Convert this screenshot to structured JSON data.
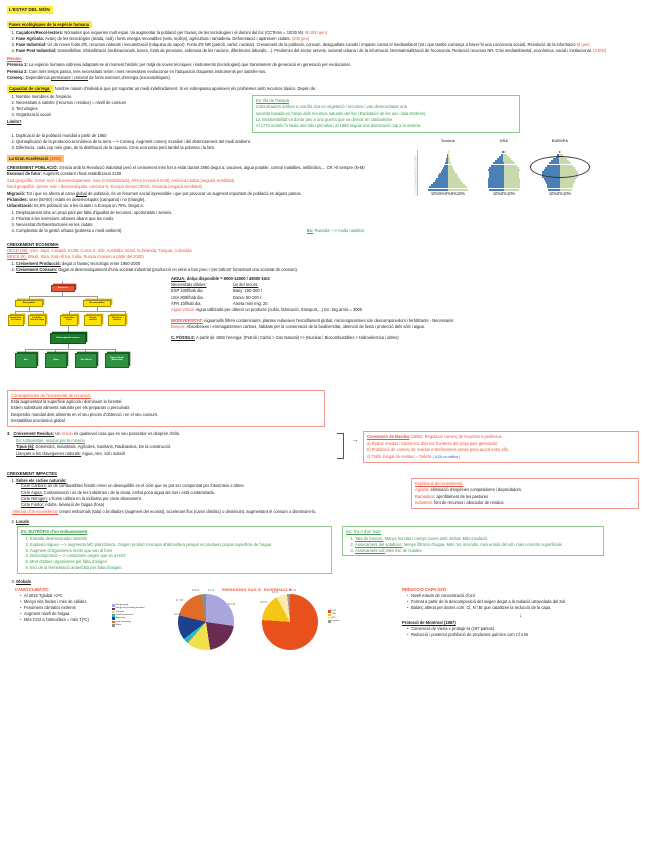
{
  "title": "L'ESTAT DEL MÓN",
  "section_fases": {
    "heading": "Fases ecològiques  de la espècie humana",
    "items": [
      {
        "label": "Caçadors/Recol·lectors:",
        "text": "Nòmades que requerien molt espai. Va augmentar la població per l'avanç de les tecnologies i el domini del foc (CCTems = 10/30 M).",
        "note": "60.000 gen)"
      },
      {
        "label": "Fase Agrícola:",
        "text": "Avanç de les tecnologies (arada, rodi) i fonts energia renovables (vela, molins), agricultura i ramaderia. Deforestació i apareixen ciutats.",
        "note": "(400 gen)"
      },
      {
        "label": "Fase Industrial:",
        "text": "Ús de noves fonts d'E, recursos naturals i mecanització (màquina de vapor). Fonts d'E NR (petroli, carbó, nuclear). Creixement de la població, consum, desigualtats socials i impacte contra el mediambient (tot i que també comença a haver-hi una conciencia social). Revolució de la informació",
        "note": "(8 gen)"
      },
      {
        "label": "Fase Post Industrial:",
        "text": "Sostenibilitat. Globalització (multinacionals, bancs, fonts de pensions, sobirania de les nacions, diferències laborals,...). Predomini del sector serveis, societat urbana i de la informació. Desmaterialització de l'economia. Reducció recursos NR. Crisi mediambiental, econòmica, social i institucional.",
        "note": "(3.000)"
      }
    ],
    "resum_label": "Resum:",
    "premisa1_label": "Premisa 1:",
    "premisa1": "La espècie humana sobreviu adaptant-se al moment històric per mitjà de noves tècniques i instruments (tecnologies) que transmetem de generació en generació per evolucionar.",
    "premisa2_label": "Premisa 2:",
    "premisa2": "Com més temps passa, més necessitats tenim i més necessitem evolucionar en l'adquisició d'aquests instruments per satisfer-nos.",
    "conseq_label": "Conseq.:",
    "conseq_pre": "Dependència",
    "conseq_underline": "permanent i creixent",
    "conseq_post": "de fonts exteriors d'energia (exosomàtiques)."
  },
  "section_capacitat": {
    "heading": "Capacitat de càrrega:",
    "text": "Nombre màxim d'individus que pot suportar un medi indefinidament. Si es sobrepassa apareixen els problemes amb recursos bàsics. Depèn de:",
    "items": [
      "Nombre membres de l'espècie",
      "Necessitats a satisfer (recursos i residus) = nivell de consum",
      "Tecnologies",
      "Organització social"
    ],
    "limits_label": "Límits?",
    "limits": [
      "Duplicació de la població mundial a partir de 1950",
      "Quintuplicació de la producció econòmica de la terra —> Conseq. Augment comerç mundial i del deteriorament del medi ambient.",
      "Diferència, cada cop més gran, de la distribució de la riquesa. Creix economia però també la pobresa i la fam."
    ],
    "example_box": {
      "title": "Ex: Illa de Pasqua",
      "lines": [
        "Colonitzadors arriben a una illa rica en vegetació i recursos i van desenvolupar una",
        "societat basada en l'abús dels recursos naturals del lloc (Explotació de les aus i tala d'arbres).",
        "La insostenibilitat va donar peu a una guerra que va derivar en canibalisme.",
        "Al 1772 només hi havia una tribu primitiva i al 1894 seguia una disminució cap a la misèria."
      ]
    }
  },
  "section_acceleracio": {
    "heading": "La Gran Acceleració",
    "heading_year": "(1950)",
    "poblacio_label": "CREIXEMENT POBLACIÓ:",
    "poblacio_text": "S'inicia amb la Revolució Industrial però el creixement més fort a estat durant 1950 degut a: vacunes, aigua potable, control malalties, antibiòtics,... CR >0 sempre (N-M)",
    "escenari_label": "Escenari de futur:",
    "escenari_text": "Augment constant i final estabilització 2100",
    "sud_label": "Sud geopolític:",
    "sud_text": "tercer món i desenvolupament. Àsia (s'estabilitzarà), Àfrica (creixerà molt), Amèrica Llatina (seguirà semblant)",
    "nord_label": "Nord geopolític:",
    "nord_text": "primer món i desenvolupats. Amèrica N, Europa menys URSS, Oceania (seguirà semblant)",
    "migracio_label": "Migració:",
    "migracio_pre": "Tot i que no afecta al canvi",
    "migracio_underline": "global",
    "migracio_post": "de població, és un fenomen social inprevisible i que pot provocar un augment important de població en alguns països.",
    "piramides_label": "Piràmides:",
    "piramides_text": "sexe (50-50) i edats en desenvolupats (campana) i no (triangle).",
    "urban_label": "Urbanització:",
    "urban_text": "54,5% població viu a les ciutats i a Europa un 75%. Degut a:",
    "urban_items": [
      "Desplaçament dins un propi país per falta d'igualtat de recursos, oportunitats i serveis.",
      "Prioritat a les inversions urbanes abans que les rurals",
      "Necessitat d'infraestructures en les ciutats",
      "Complexitat de la gestió urbana (pobresa o medi ambient)."
    ],
    "rwanda_ex_label": "Ex:",
    "rwanda_ex": "Rwanda —> molta natalitat"
  },
  "pyramids": {
    "charts": [
      {
        "title": "Tunísia",
        "type": "triangle"
      },
      {
        "title": "USA",
        "type": "bell"
      },
      {
        "title": "EUROPA",
        "type": "bell-bulge",
        "highlight": true
      }
    ],
    "age_axis_label": "edat",
    "x_ticks": [
      "10%",
      "5%",
      "0%",
      "5%",
      "10%"
    ]
  },
  "section_economia": {
    "heading": "CREIXEMENT ECONOMIA",
    "oecd_label": "OECD (36):",
    "oecd_text": "USA, Japó, Canadà, EU28, Corea S, Xile, Austràlia, Israel, N.Zelanda, Turquia, Colombia.",
    "brics_label": "BRICS (5):",
    "brics_text": "Brasil, Xina, Sud-Àfrica, Índia, Russia (creixen a partir del 2000)",
    "items": [
      {
        "label": "Creixement Producció:",
        "text": "degut a l'avanç tecnològic entre 1950-2000"
      },
      {
        "label": "Creixement Consum:",
        "text": "Degut al desenvolupament d'una societat industrial (producció en sèrie a bon preu i 'per tothom' fomentant una societat de consum)."
      }
    ]
  },
  "diagram": {
    "root": "Recursos",
    "level1": [
      "Renovables",
      "No renovables"
    ],
    "level2": [
      "Energia Solar, Vent, Marees",
      "Flux Biòtics Terra, Aire, Aigua",
      "Combustibles fòssils",
      "Minerals metàl·lics",
      "Minerals no metàl·lics"
    ],
    "mid": "Sobreexplotació recursos",
    "level3": [
      "Aire",
      "Aigua",
      "Sòl i Subsòl",
      "Plantes i Animals (Biodiversitat)"
    ]
  },
  "section_aigua": {
    "aigua_label": "AIGUA:",
    "aigua_text": "dolça disponible = 9000-14000 / 45000 km3",
    "col1_head": "Necessitats diàries:",
    "col2_head": "Ús del recurs:",
    "rows": [
      {
        "a": "ESP 130l/hab dia.",
        "b": "Bany: 150-300 l"
      },
      {
        "a": "USA 800l/hab dia.",
        "b": "Dutxa: 50-100 l"
      },
      {
        "a": "ÀFR 10l/hab dia.",
        "b": "Aixeta mini mig: 20"
      }
    ],
    "virtual_label": "Aigua virtual:",
    "virtual_text": "Aigua utilitzada per obtenir un producte (cultiu, fabricació, transport,...) Ex: 1kg arròs = 3000",
    "bio_label": "BIODIVERSITAT:",
    "bio_text": "Aiguamolls filtren contaminants, plantes redueixen l'escalfament global, microorganismes són descomponedors i fertilitzants - Necessaris!",
    "boscos_label": "Boscos:",
    "boscos_text": "Absorbeixen i emmagatzemen carboni, hàbitats per la conservació de la biodiversitat, obtenció de fusta i protecció dels sòls i aigua.",
    "fossils_label": "C. FÒSSILS:",
    "fossils_text": "A partir de 1950 l'energia: (Petroli i Carbó > Gas Natural) >> (Nuclear i Biocombustibles > Hidroelèctrica i altres)"
  },
  "box_consequencies": {
    "title": "Conseqüències de l'escassetat de recursos:",
    "lines": [
      "Està augmentant la superfície agrícola i disminuint la forestal",
      "Estem substituint aliments naturals per els preparats o precuinats",
      "Desperdici mundial dels aliments en el seu procés d'obtenció i en el seu consum.",
      "Inestabilitat econòmica global"
    ]
  },
  "section_residus": {
    "num": "3.",
    "label": "Creixement Residus:",
    "text_pre": "Un",
    "text_red": "residu",
    "text_post": "és qualsevol cosa que es seu posseïdor es desprèn d'ella.",
    "ex": "Ex: Uzbekistan, residus per la mineria",
    "tipus_label": "Tipus (6):",
    "tipus_text": "Domèstics, Industrials, Agrícoles, Sanitaris, Radioactius, De la construcció.",
    "llancats_label": "Llançats a les clavegueres naturals:",
    "llancats_text": "Aigua, Aire, Sòl i subsòl",
    "arrow": "→",
    "seguas_note": "Seguas haven't-hi tràfic"
  },
  "box_basilea": {
    "title": "Convenció de Basilea",
    "year": "(1992)",
    "intro": "Regulació comerç de recursos o perillosos.",
    "lines": [
      "a) Reduir residus i tractar-los dins les fronteres del propi país generador",
      "b) Prohibició de comerç de residus entrefronteres sense previ acord entre ells.",
      "c) Tràfic il.legal de residus = Delicte"
    ],
    "handwritten": "( USA no ratifica )"
  },
  "section_impactes": {
    "heading": "CREIXEMENT IMPACTES",
    "item1_label": "Sobre els ciclies naturals:",
    "carboni_label": "Cicle Carboni:",
    "carboni_text": "ús de combustibles fòssils creen un desequilibri en el cicle que no pot ser compensat per fotosíntesi o altres.",
    "aigua_label": "Cicle Aigua:",
    "aigua_text": "Contaminació i ús de les indústries i de la ciutat. Arriba poca aigua als rius i està contaminada.",
    "nitrogen_label": "Cicle Nitrogen:",
    "nitrogen_text": "L'home utilitza en la indústria per crear abonament.",
    "fosfor_label": "Cicle Fòsfor:",
    "fosfor_text": "Adobs, lixiviació de l'aigua (fosa)",
    "alterat_label": "Alterarà d'un ecosistema:",
    "alterat_text": "creant embornals (tala) o brolladors (augment del ecosist), accelerant flux (canvi climàtic) o disminuint, augmentant el consum o disminuint-lo.",
    "item2_label": "Locals",
    "item3_label": "Globals"
  },
  "box_explotacio": {
    "title": "Explotació del ecosistema:",
    "lines": [
      {
        "label": "Agrària:",
        "text": "eliminació d'espècies competidores i depredadors."
      },
      {
        "label": "Ramadera:",
        "text": "aprofitament de les pastures"
      },
      {
        "label": "Industrial:",
        "text": "font de recursos i abocador de residus"
      }
    ]
  },
  "box_eutrofia": {
    "title": "Ex: EUTRÒFIA d'un embassament",
    "items": [
      "Entrada desmesurada nutrients",
      "Explosió Algues —> augmenta MO planctònica. Oxigen produït s'escapa al'atmosfera perquè es produeix propia superfície de l'aigua",
      "Augment d'organismes morts que van al fons",
      "Descomposició —> consumeix oxigen que va a H2O",
      "Mort d'altres organismes per falta d'oxigen",
      "Inici de la fermentació anaeròbia per falta d'oxigen."
    ]
  },
  "box_tala": {
    "title": "Ex: TALA d'un bosc",
    "items": [
      {
        "label": "Tala de boscos:",
        "text": "Menys humitat i menys zones amb ombra. Més insolació"
      },
      {
        "label": "Assecament del sotabosc:",
        "text": "Menys filtració d'aigua. Més risc incendis, més erosió del sòl i més corrents superficials."
      },
      {
        "label": "Assecament sòl:",
        "text": "Més risc de riuades"
      }
    ]
  },
  "canvi_climatic": {
    "title": "CANVI CLIMÀTIC:",
    "items": [
      "Al 2015 Tglobal >1ºC",
      "Menys nits fredes i més de càlides",
      "Fenòmens climàtics extrems",
      "Augment nivell de l'aigua",
      "Més CO2 a l'atmosfera = més T(ºC)"
    ]
  },
  "capa_ozo": {
    "title": "REDUCCIÓ CAPA OZÓ",
    "items": [
      "Nivell màxim de concentració d'ozó",
      "Format a partir de la descomposició del oxigen degut a la radiació utraviolada del Sol",
      "Balanç alterat per àtoms com: Cl, N i Br que catalitzen la reducció de la capa"
    ],
    "protocol_title": "Protocol de Montreal (1987)",
    "protocol_items": [
      "Convenció de Viena x protegir-la (197 països)",
      "Reducció i posterior prohibició de productes químics com Cl o Br"
    ]
  },
  "chart_data": [
    {
      "type": "pie",
      "title": "EMISSIONS GAS E. HIVERNACLE",
      "labels": [
        "Energy supply",
        "Energy use (excluding transport)",
        "Transport",
        "Industrial processes",
        "Agriculture",
        "Land use change",
        "Waste"
      ],
      "values": [
        26.0,
        19.4,
        13.1,
        3.1,
        13.5,
        17.4,
        2.8
      ],
      "value_labels": [
        "26.0 %",
        "19.4 %",
        "13.1 %",
        "3.1 %",
        "13.5 %",
        "17.4 %",
        "2.8 %"
      ],
      "colors": [
        "#a9a6de",
        "#6b2c54",
        "#f2e04b",
        "#2fb6c4",
        "#1f3f8f",
        "#e06c28",
        "#8d8d8d"
      ],
      "legend_position": "left"
    },
    {
      "type": "pie",
      "title": "",
      "labels": [
        "CO2",
        "CH4",
        "N2O",
        "F-gases"
      ],
      "values": [
        76.0,
        16.0,
        6.2,
        1.7
      ],
      "value_labels": [
        "76 %",
        "16.0 %",
        "6.2 %",
        "1.7 %"
      ],
      "colors": [
        "#e8501e",
        "#f5c518",
        "#f7ebb0",
        "#9a9a9a"
      ],
      "legend_position": "right"
    }
  ],
  "pyramid_chart_data": {
    "type": "bar",
    "title": "Piràmides de població",
    "series": [
      {
        "name": "Tunísia",
        "left": [
          8.5,
          8.0,
          7.2,
          6.4,
          5.6,
          4.9,
          4.2,
          3.6,
          3.0,
          2.5,
          2.0,
          1.6,
          1.2,
          0.9,
          0.6,
          0.4,
          0.25,
          0.12
        ],
        "right": [
          8.2,
          7.8,
          7.0,
          6.2,
          5.5,
          4.8,
          4.1,
          3.5,
          3.0,
          2.5,
          2.1,
          1.7,
          1.3,
          1.0,
          0.7,
          0.45,
          0.3,
          0.18
        ]
      },
      {
        "name": "USA",
        "left": [
          6.6,
          6.7,
          6.8,
          6.7,
          6.8,
          6.9,
          6.5,
          6.3,
          6.4,
          6.6,
          6.3,
          5.4,
          4.3,
          3.3,
          2.5,
          1.7,
          1.0,
          0.5
        ],
        "right": [
          6.3,
          6.4,
          6.5,
          6.5,
          6.6,
          6.7,
          6.4,
          6.2,
          6.4,
          6.7,
          6.5,
          5.7,
          4.7,
          3.8,
          3.0,
          2.2,
          1.5,
          0.9
        ]
      },
      {
        "name": "EUROPA",
        "left": [
          5.2,
          5.4,
          5.6,
          6.0,
          6.5,
          7.0,
          7.4,
          7.6,
          7.3,
          6.8,
          6.0,
          5.2,
          4.3,
          3.4,
          2.4,
          1.5,
          0.8,
          0.3
        ],
        "right": [
          4.9,
          5.1,
          5.3,
          5.7,
          6.2,
          6.7,
          7.2,
          7.5,
          7.3,
          6.9,
          6.3,
          5.6,
          4.9,
          4.1,
          3.2,
          2.2,
          1.3,
          0.6
        ]
      }
    ],
    "xlabel": "% població",
    "ylabel": "edat"
  }
}
